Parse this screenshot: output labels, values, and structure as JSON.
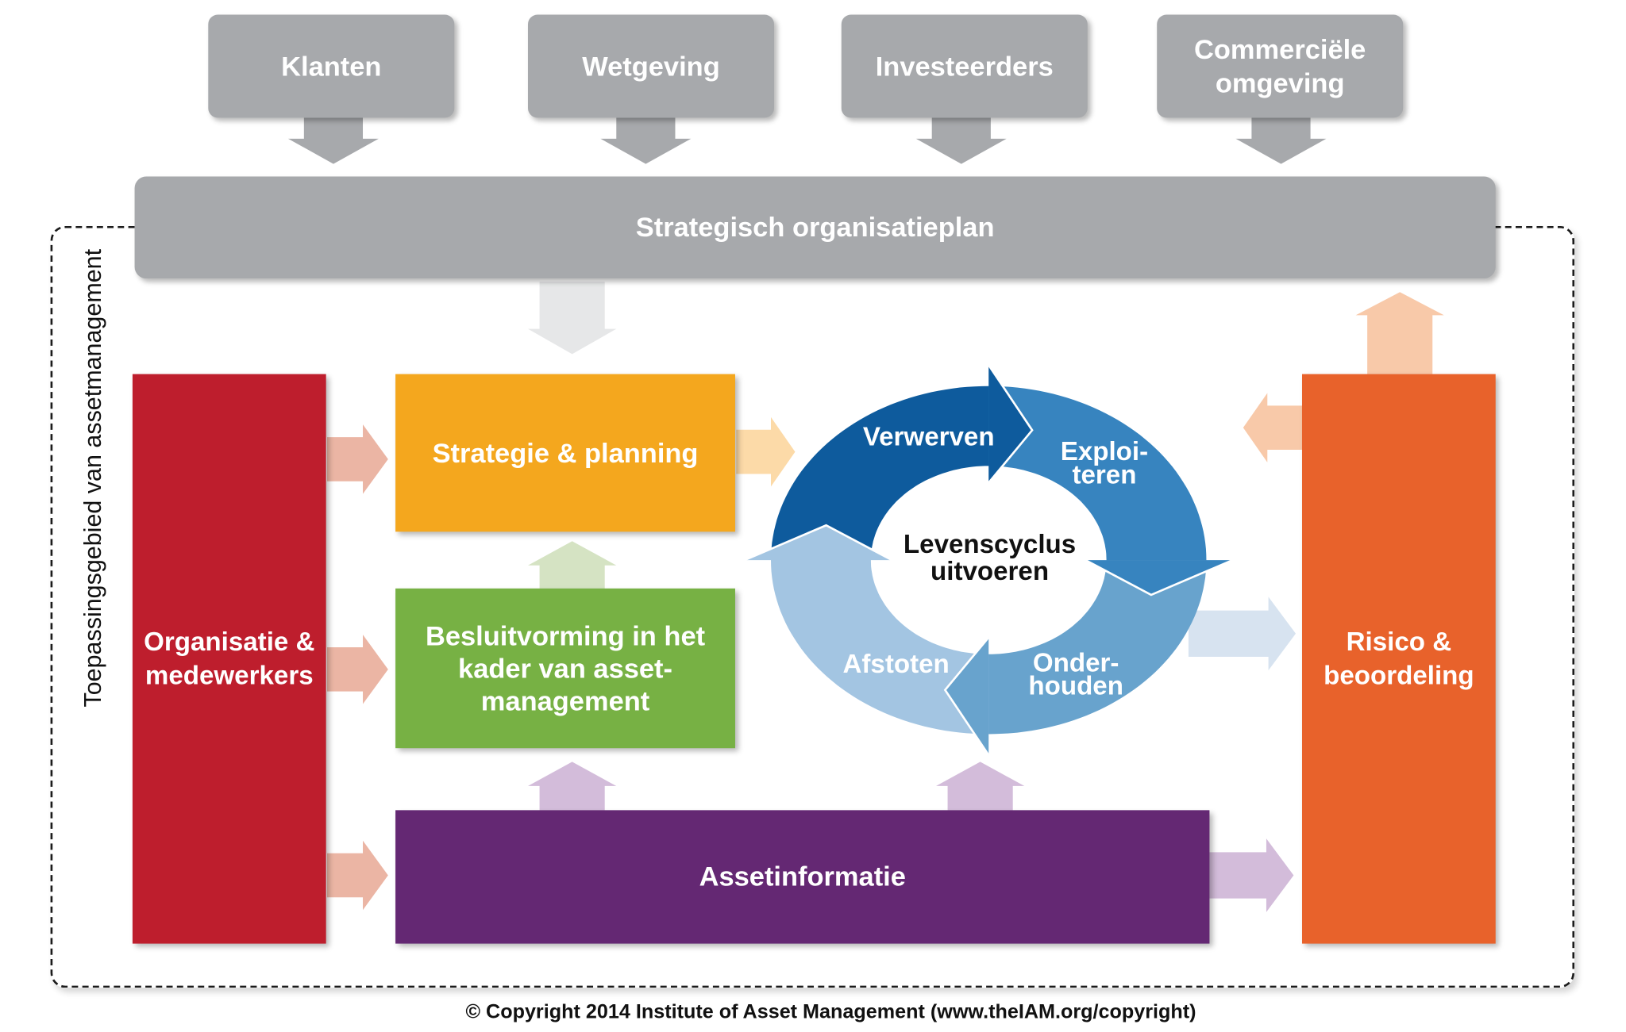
{
  "external_inputs": [
    {
      "lines": [
        "Klanten"
      ]
    },
    {
      "lines": [
        "Wetgeving"
      ]
    },
    {
      "lines": [
        "Investeerders"
      ]
    },
    {
      "lines": [
        "Commerciële",
        "omgeving"
      ]
    }
  ],
  "strategic_plan": "Strategisch organisatieplan",
  "scope_label": "Toepassingsgebied van assetmanagement",
  "blocks": {
    "organisation": [
      "Organisatie &",
      "medewerkers"
    ],
    "strategy_planning": [
      "Strategie & planning"
    ],
    "decision_making": [
      "Besluitvorming in het",
      "kader van asset-",
      "management"
    ],
    "asset_information": [
      "Assetinformatie"
    ],
    "risk_review": [
      "Risico &",
      "beoordeling"
    ]
  },
  "lifecycle": {
    "center": [
      "Levenscyclus",
      "uitvoeren"
    ],
    "acquire": [
      "Verwerven"
    ],
    "operate": [
      "Exploi-",
      "teren"
    ],
    "maintain": [
      "Onder-",
      "houden"
    ],
    "dispose": [
      "Afstoten"
    ]
  },
  "copyright": "© Copyright 2014 Institute of Asset Management (www.theIAM.org/copyright)",
  "colors": {
    "stakeholder_gray": "#a7a9ac",
    "organisation_red": "#be1e2d",
    "strategy_orange": "#f4a71e",
    "decision_green": "#77b144",
    "asset_info_purple": "#642873",
    "risk_orange": "#e8622b",
    "cycle_acquire": "#0e5b9d",
    "cycle_operate": "#3784bf",
    "cycle_maintain": "#68a3cd",
    "cycle_dispose": "#a3c5e2",
    "arrow_gray": "#a7a9ac",
    "arrow_light_gray": "#e6e7e8",
    "arrow_salmon": "#ebb5a4",
    "arrow_light_orange": "#fcdaa8",
    "arrow_light_green": "#d5e3c3",
    "arrow_light_purple": "#d3bcda",
    "arrow_light_blue": "#d7e3f0",
    "arrow_peach": "#f8c9a9"
  }
}
